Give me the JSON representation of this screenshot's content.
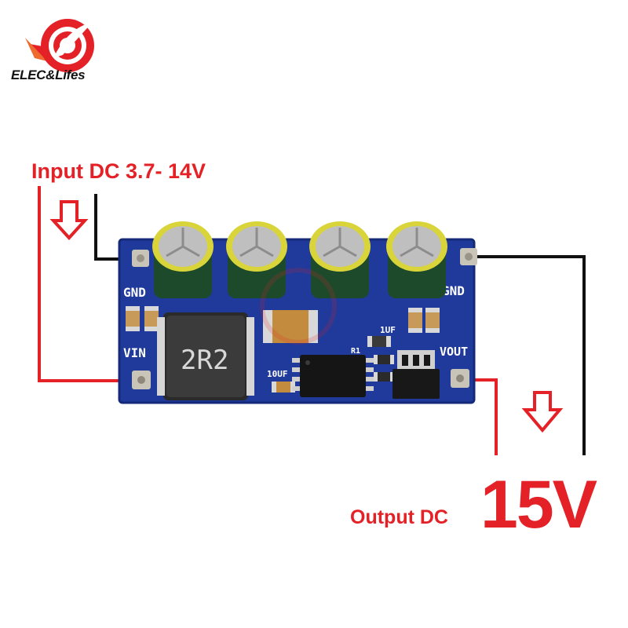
{
  "brand": {
    "name": "ELEC&Lifes",
    "color_primary": "#e32126",
    "color_dark": "#111111"
  },
  "labels": {
    "input": "Input DC 3.7- 14V",
    "output_prefix": "Output DC",
    "output_voltage": "15V"
  },
  "pcb": {
    "color": "#1f3a9a",
    "silkscreen": {
      "gnd_left": "GND",
      "gnd_right": "GND",
      "vin": "VIN",
      "vout": "VOUT",
      "inductor": "2R2",
      "cap_10uf": "10UF",
      "cap_1uf": "1UF",
      "resistor": "R1"
    }
  },
  "icons": [
    "brand-logo-icon",
    "down-arrow-icon"
  ],
  "colors": {
    "wire_input_positive": "#e32126",
    "wire_ground": "#111111",
    "arrow": "#e32126"
  }
}
